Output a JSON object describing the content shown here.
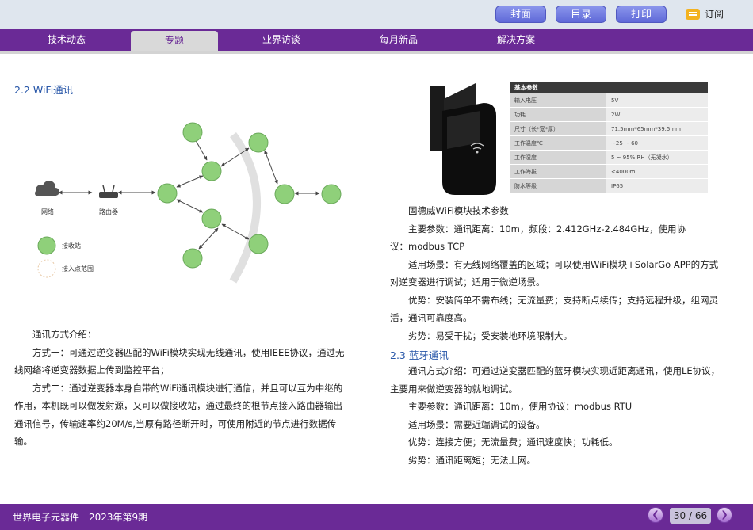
{
  "toolbar": {
    "cover": "封面",
    "toc": "目录",
    "print": "打印",
    "subscribe": "订阅"
  },
  "nav": [
    "技术动态",
    "专题",
    "业界访谈",
    "每月新品",
    "解决方案"
  ],
  "nav_active": 1,
  "diagram": {
    "network": "网络",
    "router": "路由器",
    "legend_station": "接收站",
    "legend_range": "接入点范围"
  },
  "params_table": {
    "header": "基本参数",
    "rows": [
      {
        "k": "输入电压",
        "v": "5V"
      },
      {
        "k": "功耗",
        "v": "2W"
      },
      {
        "k": "尺寸（长*宽*厚）",
        "v": "71.5mm*65mm*39.5mm"
      },
      {
        "k": "工作温度℃",
        "v": "~25 ~ 60"
      },
      {
        "k": "工作湿度",
        "v": "5 ~ 95% RH（无凝水）"
      },
      {
        "k": "工作海拔",
        "v": "<4000m"
      },
      {
        "k": "防水等级",
        "v": "IP65"
      }
    ]
  },
  "left": {
    "heading": "2.2 WiFi通讯",
    "lines": [
      "　　通讯方式介绍：",
      "　　方式一：可通过逆变器匹配的WiFi模块实现无线通讯，使用IEEE协议，通过无",
      "线网络将逆变器数据上传到监控平台；",
      "　　方式二：通过逆变器本身自带的WiFi通讯模块进行通信，并且可以互为中继的",
      "作用，本机既可以做发射源，又可以做接收站，通过最终的根节点接入路由器输出",
      "通讯信号，传输速率约20M/s,当原有路径断开时，可使用附近的节点进行数据传",
      "输。"
    ]
  },
  "right": {
    "block1": [
      "　　固德威WiFi模块技术参数",
      "　　主要参数：通讯距离：10m，频段：2.412GHz-2.484GHz，使用协",
      "议：modbus TCP",
      "　　适用场景：有无线网络覆盖的区域；可以使用WiFi模块+SolarGo APP的方式",
      "对逆变器进行调试；适用于微逆场景。",
      "　　优势：安装简单不需布线；无流量费；支持断点续传；支持远程升级，组网灵",
      "活，通讯可靠度高。",
      "　　劣势：易受干扰；受安装地环境限制大。"
    ],
    "heading2": "2.3 蓝牙通讯",
    "block2": [
      "　　通讯方式介绍：可通过逆变器匹配的蓝牙模块实现近距离通讯，使用LE协议，",
      "主要用来做逆变器的就地调试。",
      "　　主要参数：通讯距离：10m，使用协议：modbus RTU",
      "　　适用场景：需要近端调试的设备。",
      "　　优势：连接方便；无流量费；通讯速度快；功耗低。",
      "　　劣势：通讯距离短；无法上网。"
    ]
  },
  "footer": {
    "publication": "世界电子元器件　2023年第9期",
    "page": "30 / 66"
  },
  "colors": {
    "nav": "#6a2a96",
    "heading": "#2756a8",
    "node": "#8fd07a"
  }
}
